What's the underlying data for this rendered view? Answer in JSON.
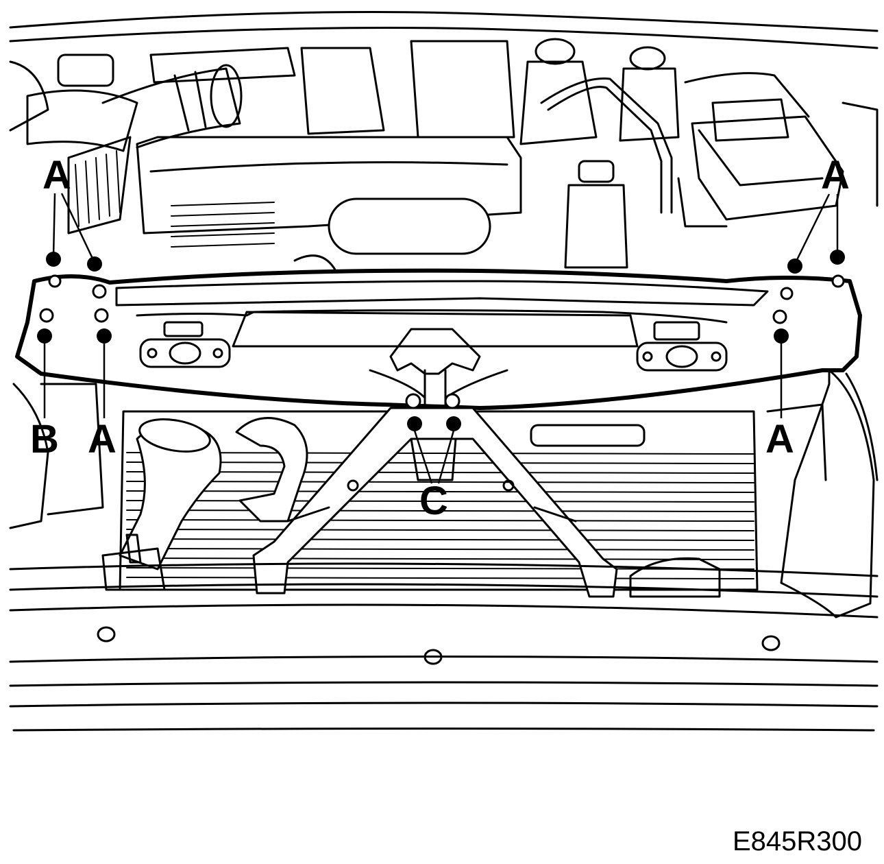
{
  "diagram": {
    "figure_code": "E845R300",
    "callouts": [
      {
        "id": "a1",
        "letter": "A"
      },
      {
        "id": "a2",
        "letter": "A"
      },
      {
        "id": "a3",
        "letter": "A"
      },
      {
        "id": "a4",
        "letter": "A"
      },
      {
        "id": "b1",
        "letter": "B"
      },
      {
        "id": "c1",
        "letter": "C"
      }
    ]
  }
}
